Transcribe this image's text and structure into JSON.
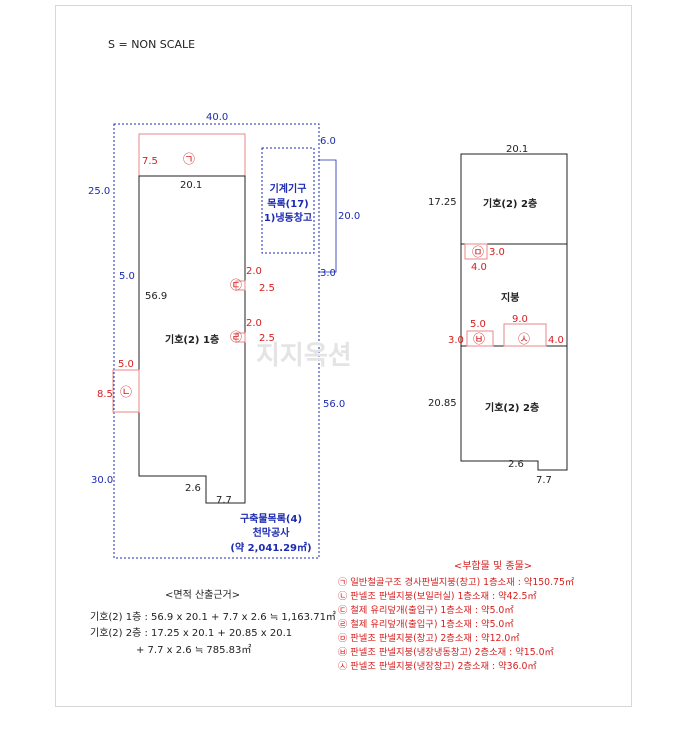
{
  "scale_note": "S = NON SCALE",
  "left_plan": {
    "dims_blue": {
      "top_width": "40.0",
      "left_top": "25.0",
      "left_gap": "5.0",
      "left_bottom": "30.0",
      "right_total": "56.0",
      "annex_width": "6.0",
      "annex_height": "20.0",
      "annex_gap": "3.0"
    },
    "dims_black": {
      "width": "20.1",
      "height": "56.9",
      "notch_w": "2.6",
      "notch_h": "7.7"
    },
    "dims_red": {
      "g1_width": "7.5",
      "g3_w": "2.0",
      "g3_h": "2.5",
      "g4_w": "2.0",
      "g4_h": "2.5",
      "g2_w": "5.0",
      "g2_h": "8.5"
    },
    "main_label": "기호(2) 1층",
    "annex_label": [
      "기계기구",
      "목록(17)",
      "1)냉동창고"
    ],
    "lot_label": [
      "구축물목록(4)",
      "천막공사",
      "(약 2,041.29㎡)"
    ],
    "symbols": {
      "g1": "㉠",
      "g2": "㉡",
      "g3": "㉢",
      "g4": "㉣"
    }
  },
  "right_plan": {
    "top_width": "20.1",
    "upper_height": "17.25",
    "upper_label": "기호(2) 2층",
    "g5_symbol": "㉤",
    "g5_w": "3.0",
    "g5_h": "4.0",
    "roof_label": "지붕",
    "g6_symbol": "㉥",
    "g6_w": "3.0",
    "g6_top": "5.0",
    "g7_symbol": "㉦",
    "g7_w": "9.0",
    "g7_h": "4.0",
    "lower_height": "20.85",
    "lower_label": "기호(2) 2층",
    "notch_w": "2.6",
    "notch_h": "7.7"
  },
  "watermark": "지지옥션",
  "area_calc": {
    "title": "<면적 산출근거>",
    "lines": [
      "기호(2) 1층 : 56.9 x 20.1 + 7.7 x 2.6 ≒ 1,163.71㎡",
      "기호(2) 2층 : 17.25 x 20.1 + 20.85 x 20.1",
      "+ 7.7 x 2.6 ≒ 785.83㎡"
    ]
  },
  "legend": {
    "title": "<부합물 및 종물>",
    "items": [
      "㉠ 일반철골구조 경사판넬지붕(창고) 1층소재 : 약150.75㎡",
      "㉡ 판넬조 판넬지붕(보일러실) 1층소재 : 약42.5㎡",
      "㉢ 철제 유리덮개(출입구) 1층소재 : 약5.0㎡",
      "㉣ 철제 유리덮개(출입구) 1층소재 : 약5.0㎡",
      "㉤ 판넬조 판넬지붕(창고) 2층소재 : 약12.0㎡",
      "㉥ 판넬조 판넬지붕(냉장냉동창고) 2층소재 : 약15.0㎡",
      "㉦ 판넬조 판넬지붕(냉장창고) 2층소재 : 약36.0㎡"
    ]
  },
  "colors": {
    "blue": "#1d2bb0",
    "red": "#d42020",
    "black": "#222222",
    "pink": "#e88a8a"
  }
}
